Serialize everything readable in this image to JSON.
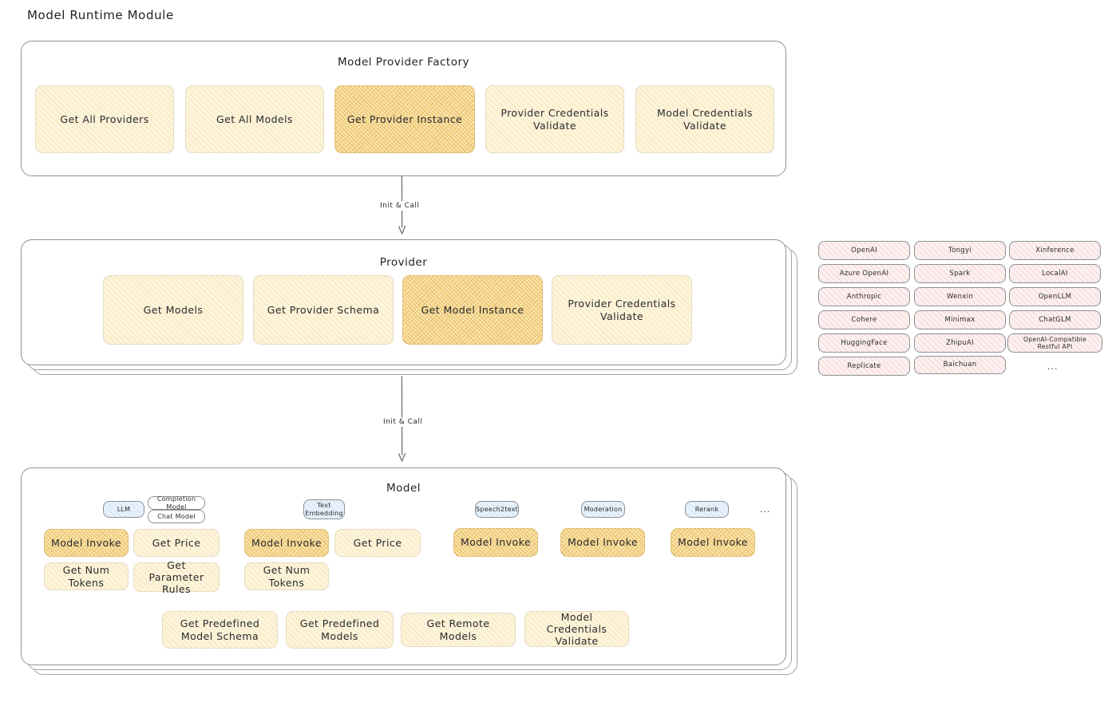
{
  "page": {
    "title": "Model Runtime Module"
  },
  "factory": {
    "title": "Model Provider Factory",
    "nodes": [
      {
        "label": "Get All Providers",
        "highlighted": false
      },
      {
        "label": "Get All Models",
        "highlighted": false
      },
      {
        "label": "Get Provider Instance",
        "highlighted": true
      },
      {
        "label": "Provider Credentials Validate",
        "highlighted": false
      },
      {
        "label": "Model Credentials Validate",
        "highlighted": false
      }
    ]
  },
  "arrows": [
    {
      "label": "Init & Call"
    },
    {
      "label": "Init & Call"
    }
  ],
  "provider": {
    "title": "Provider",
    "nodes": [
      {
        "label": "Get Models",
        "highlighted": false
      },
      {
        "label": "Get Provider Schema",
        "highlighted": false
      },
      {
        "label": "Get Model Instance",
        "highlighted": true
      },
      {
        "label": "Provider Credentials Validate",
        "highlighted": false
      }
    ]
  },
  "provider_list": {
    "columns": [
      [
        "OpenAI",
        "Azure OpenAI",
        "Anthropic",
        "Cohere",
        "HuggingFace",
        "Replicate"
      ],
      [
        "Tongyi",
        "Spark",
        "Wenxin",
        "Minimax",
        "ZhipuAI",
        "Baichuan"
      ],
      [
        "Xinference",
        "LocalAI",
        "OpenLLM",
        "ChatGLM",
        "OpenAI-Compatible Restful API"
      ]
    ],
    "more": "..."
  },
  "model": {
    "title": "Model",
    "more": "...",
    "types": [
      {
        "badge": "LLM",
        "sub": [
          "Completion Model",
          "Chat Model"
        ]
      },
      {
        "badge": "Text Embedding",
        "sub": []
      },
      {
        "badge": "Speech2text",
        "sub": []
      },
      {
        "badge": "Moderation",
        "sub": []
      },
      {
        "badge": "Rerank",
        "sub": []
      }
    ],
    "ops": {
      "llm": [
        {
          "label": "Model Invoke",
          "highlighted": true
        },
        {
          "label": "Get Price",
          "highlighted": false
        },
        {
          "label": "Get Num Tokens",
          "highlighted": false
        },
        {
          "label": "Get Parameter Rules",
          "highlighted": false
        }
      ],
      "text_embedding": [
        {
          "label": "Model Invoke",
          "highlighted": true
        },
        {
          "label": "Get Price",
          "highlighted": false
        },
        {
          "label": "Get Num Tokens",
          "highlighted": false
        }
      ],
      "speech2text": [
        {
          "label": "Model Invoke",
          "highlighted": true
        }
      ],
      "moderation": [
        {
          "label": "Model Invoke",
          "highlighted": true
        }
      ],
      "rerank": [
        {
          "label": "Model Invoke",
          "highlighted": true
        }
      ]
    },
    "common": [
      {
        "label": "Get Predefined Model Schema",
        "highlighted": false
      },
      {
        "label": "Get Predefined Models",
        "highlighted": false
      },
      {
        "label": "Get Remote Models",
        "highlighted": false
      },
      {
        "label": "Model Credentials Validate",
        "highlighted": false
      }
    ]
  },
  "colors": {
    "cream": "#FDF4DC",
    "gold": "#FAE6B4",
    "rose": "#FDF0F0",
    "blue": "#E8F2FB",
    "stroke": "#8E9196"
  }
}
